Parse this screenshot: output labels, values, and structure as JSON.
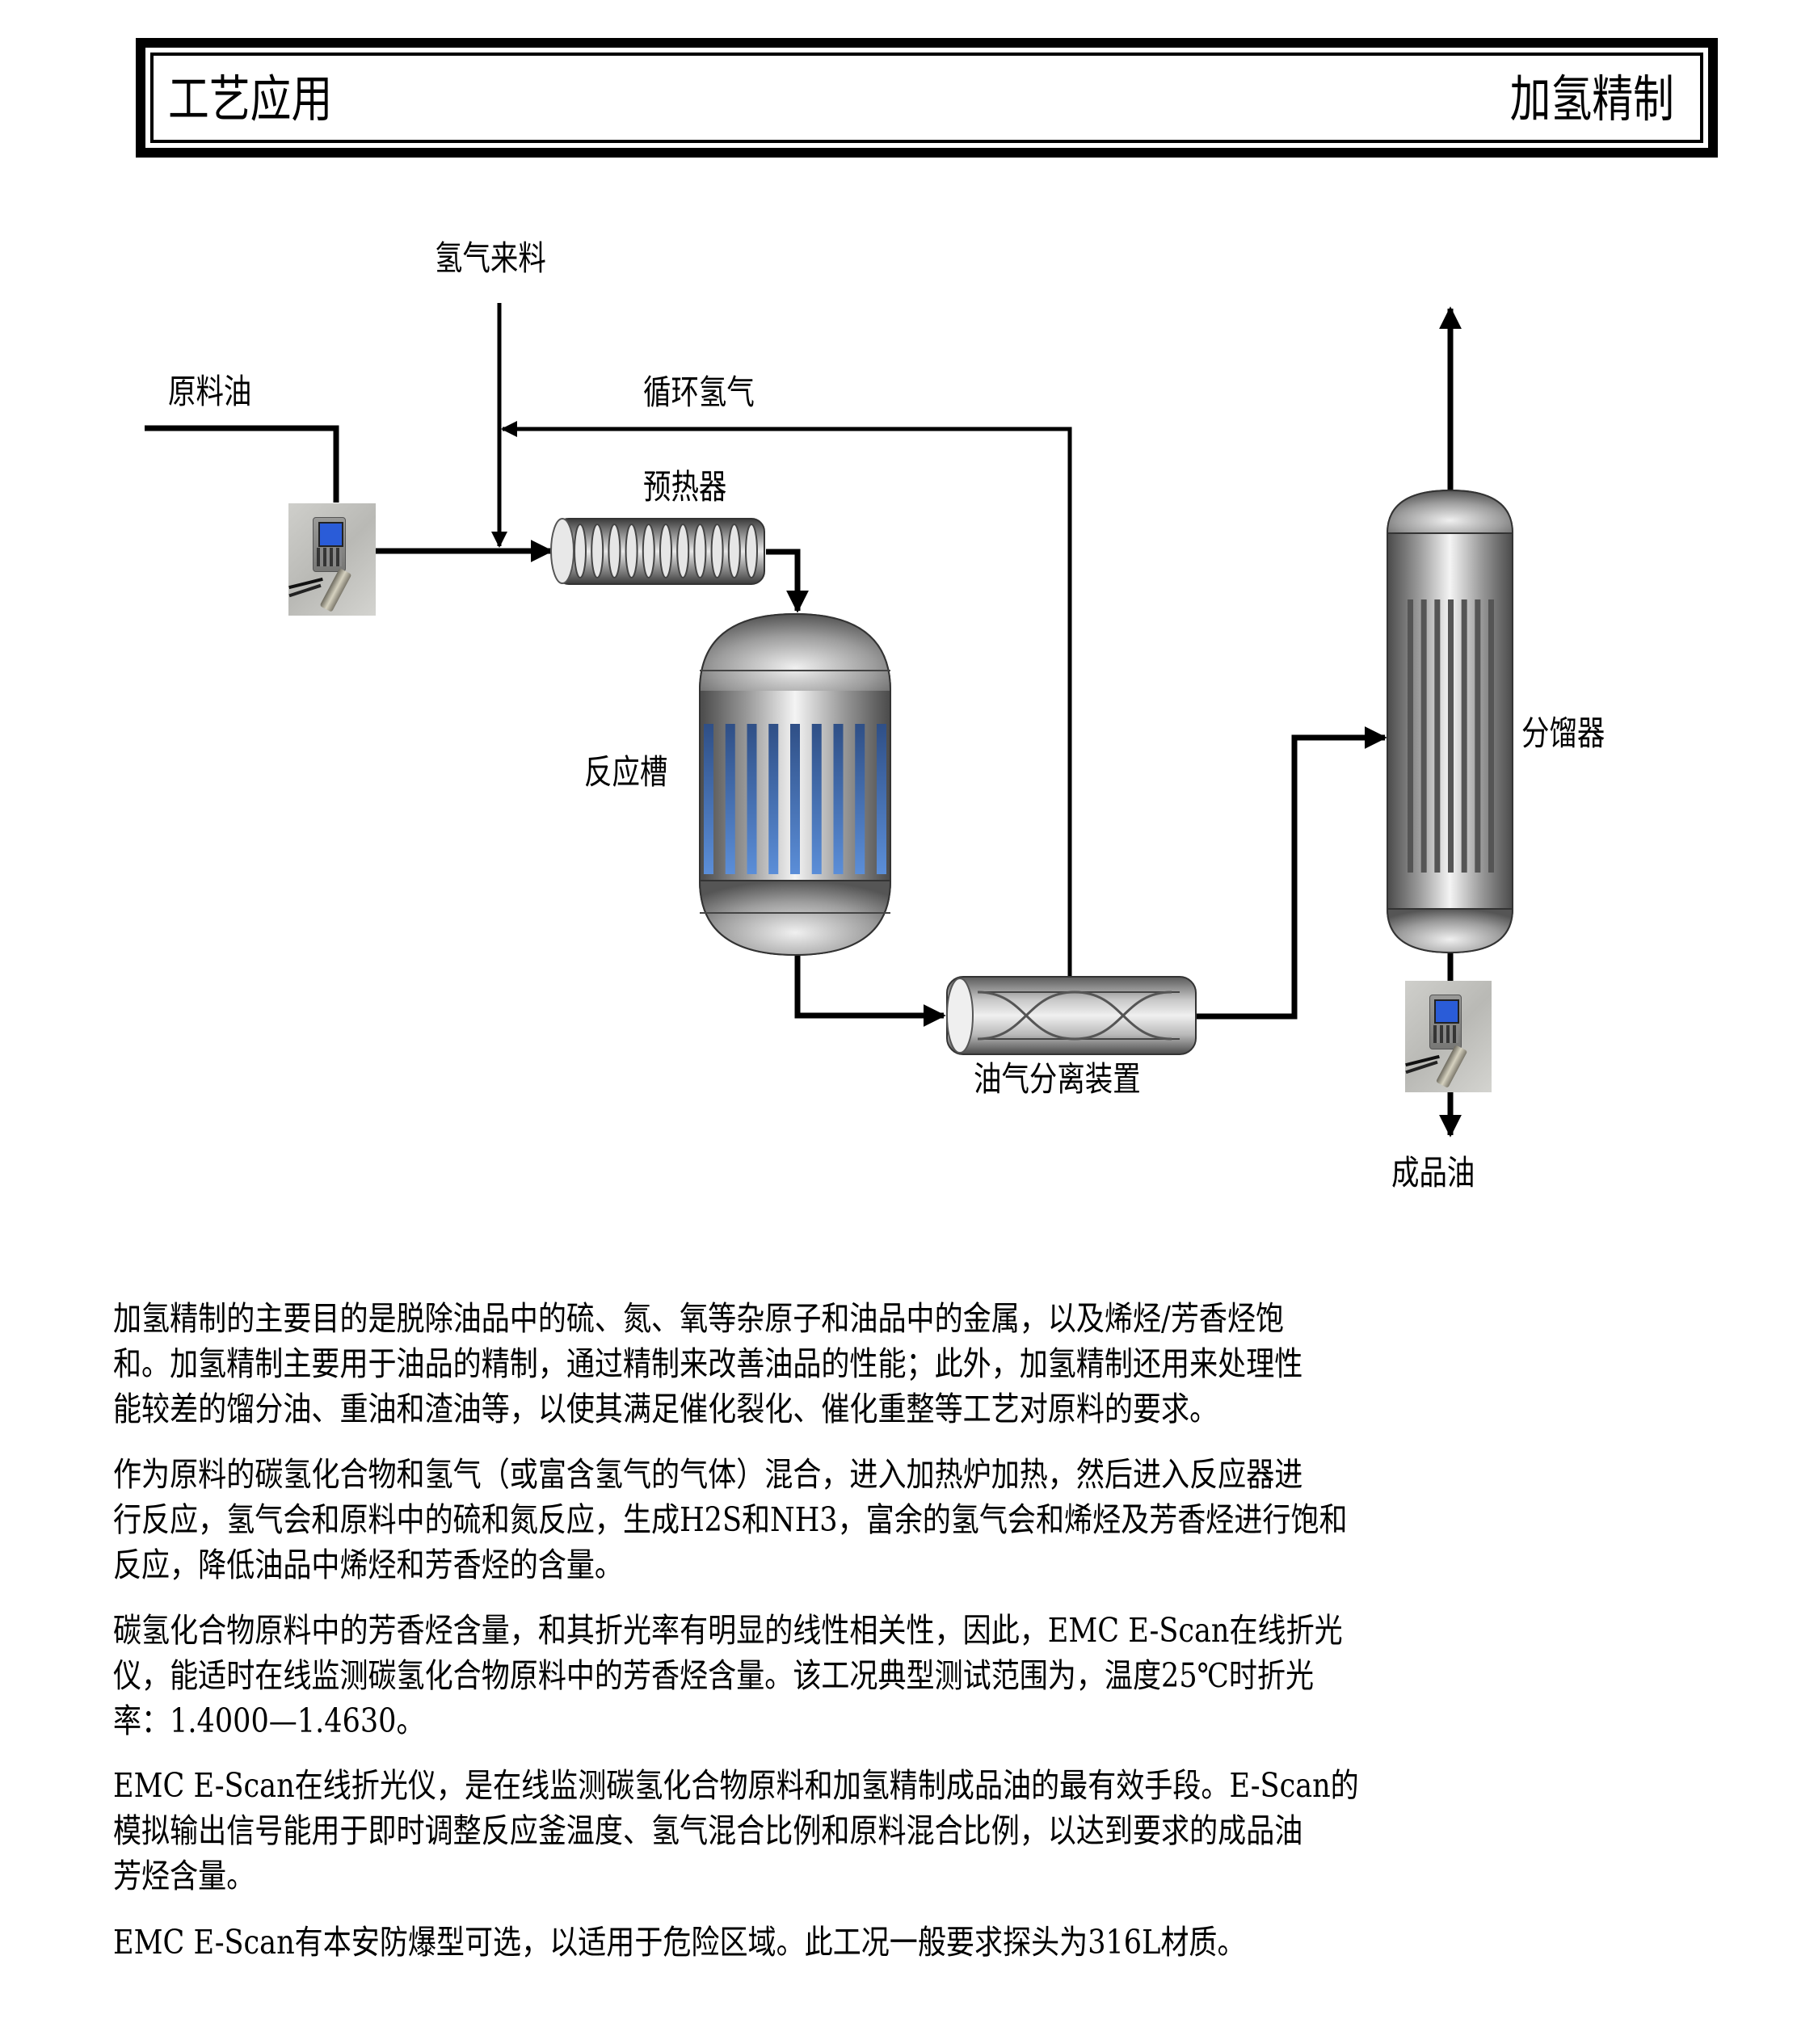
{
  "header": {
    "left_title": "工艺应用",
    "right_title": "加氢精制"
  },
  "diagram": {
    "labels": {
      "hydrogen_feed": "氢气来料",
      "feed_oil": "原料油",
      "recycle_hydrogen": "循环氢气",
      "preheater": "预热器",
      "reactor": "反应槽",
      "separator": "油气分离装置",
      "fractionator": "分馏器",
      "product_oil": "成品油"
    },
    "equipment": [
      {
        "id": "refractometer-1",
        "type": "sensor",
        "location": "feed oil line"
      },
      {
        "id": "preheater",
        "type": "coil heat exchanger",
        "coils": 11
      },
      {
        "id": "reactor",
        "type": "vessel",
        "internal_bars": 9,
        "bar_color": "#4f7fcf"
      },
      {
        "id": "separator",
        "type": "horizontal drum"
      },
      {
        "id": "fractionator",
        "type": "column",
        "internal_bars": 7,
        "bar_color": "#555555"
      },
      {
        "id": "refractometer-2",
        "type": "sensor",
        "location": "product oil line"
      }
    ],
    "colors": {
      "line": "#000000",
      "vessel_light": "#f2f2f2",
      "vessel_dark": "#5a5a5a",
      "screen_blue": "#2a5cd8"
    }
  },
  "body": {
    "paragraphs": [
      "加氢精制的主要目的是脱除油品中的硫、氮、氧等杂原子和油品中的金属，以及烯烃/芳香烃饱\n和。加氢精制主要用于油品的精制，通过精制来改善油品的性能；此外，加氢精制还用来处理性\n能较差的馏分油、重油和渣油等，以使其满足催化裂化、催化重整等工艺对原料的要求。",
      "作为原料的碳氢化合物和氢气（或富含氢气的气体）混合，进入加热炉加热，然后进入反应器进\n行反应，氢气会和原料中的硫和氮反应，生成H2S和NH3，富余的氢气会和烯烃及芳香烃进行饱和\n反应，降低油品中烯烃和芳香烃的含量。",
      "碳氢化合物原料中的芳香烃含量，和其折光率有明显的线性相关性，因此，EMC E-Scan在线折光\n仪，能适时在线监测碳氢化合物原料中的芳香烃含量。该工况典型测试范围为，温度25℃时折光\n率：1.4000—1.4630。",
      "EMC E-Scan在线折光仪，是在线监测碳氢化合物原料和加氢精制成品油的最有效手段。E-Scan的\n模拟输出信号能用于即时调整反应釜温度、氢气混合比例和原料混合比例，以达到要求的成品油\n芳烃含量。",
      "EMC E-Scan有本安防爆型可选，以适用于危险区域。此工况一般要求探头为316L材质。"
    ]
  }
}
